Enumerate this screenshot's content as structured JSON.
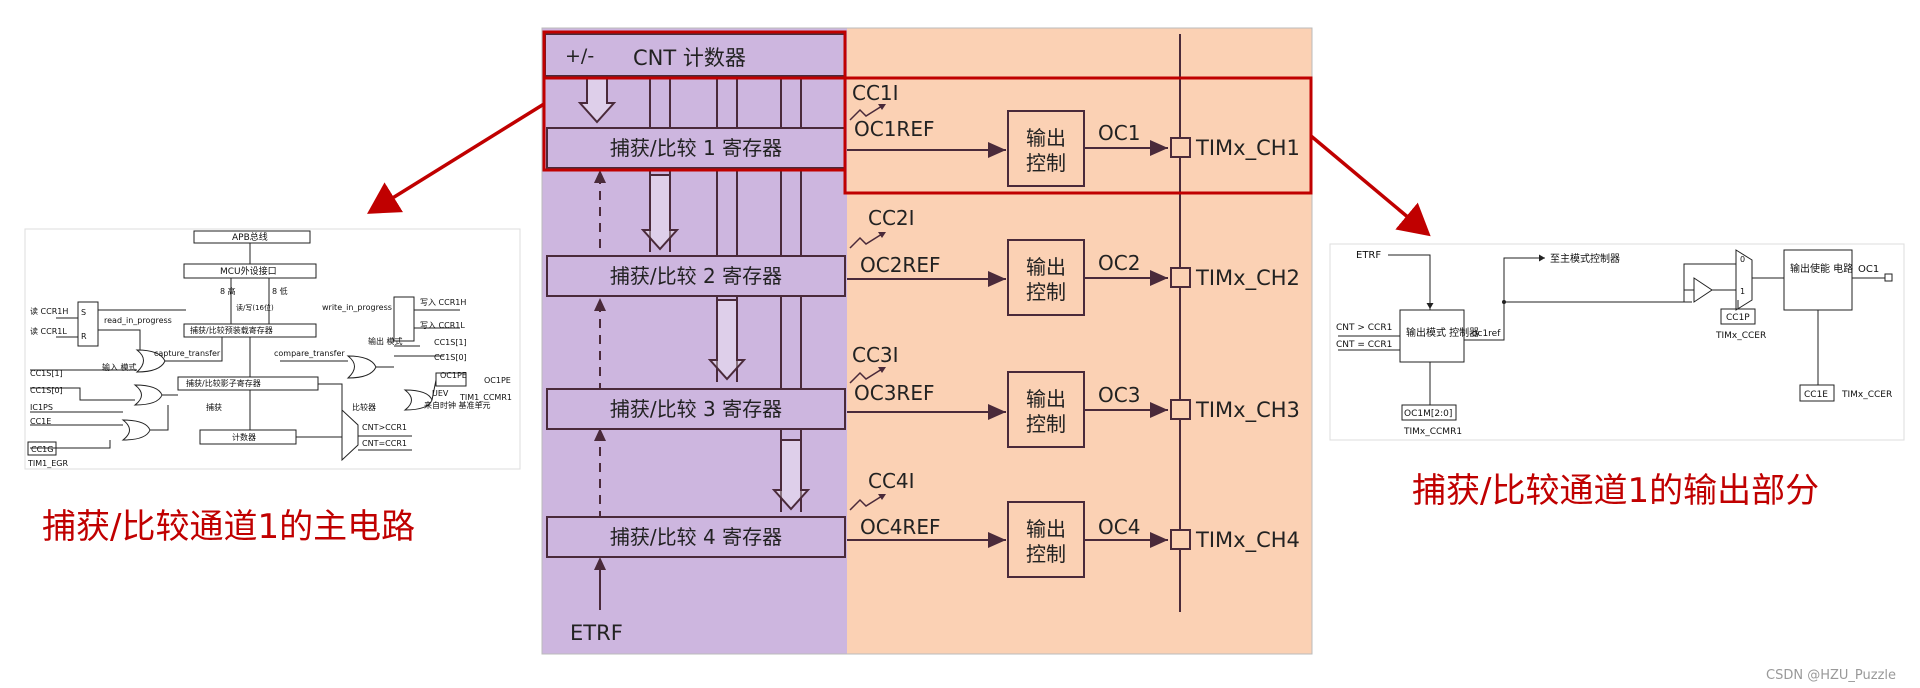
{
  "center": {
    "cnt_sign": "+/-",
    "cnt_label": "CNT 计数器",
    "channels": [
      {
        "ccreg": "捕获/比较 1 寄存器",
        "ccflag": "CC1I",
        "ref": "OC1REF",
        "ctrl_line1": "输出",
        "ctrl_line2": "控制",
        "oc": "OC1",
        "pin": "TIMx_CH1"
      },
      {
        "ccreg": "捕获/比较 2 寄存器",
        "ccflag": "CC2I",
        "ref": "OC2REF",
        "ctrl_line1": "输出",
        "ctrl_line2": "控制",
        "oc": "OC2",
        "pin": "TIMx_CH2"
      },
      {
        "ccreg": "捕获/比较 3 寄存器",
        "ccflag": "CC3I",
        "ref": "OC3REF",
        "ctrl_line1": "输出",
        "ctrl_line2": "控制",
        "oc": "OC3",
        "pin": "TIMx_CH3"
      },
      {
        "ccreg": "捕获/比较 4 寄存器",
        "ccflag": "CC4I",
        "ref": "OC4REF",
        "ctrl_line1": "输出",
        "ctrl_line2": "控制",
        "oc": "OC4",
        "pin": "TIMx_CH4"
      }
    ],
    "etrf": "ETRF"
  },
  "left": {
    "caption": "捕获/比较通道1的主电路",
    "apb": "APB总线",
    "mcu": "MCU外设接口",
    "hi": "8 高",
    "lo": "8 低",
    "readwrite": "读/写(16位)",
    "read_ccr1h": "读 CCR1H",
    "read_ccr1l": "读 CCR1L",
    "s": "S",
    "r": "R",
    "read_in_progress": "read_in_progress",
    "write_in_progress": "write_in_progress",
    "preload": "捕获/比较预装载寄存器",
    "capture_transfer": "capture_transfer",
    "compare_transfer": "compare_transfer",
    "shadow": "捕获/比较影子寄存器",
    "input_mode": "输入 模式",
    "output_mode": "输出 模式",
    "capture": "捕获",
    "counter": "计数器",
    "comparator": "比较器",
    "cc1s1": "CC1S[1]",
    "cc1s0": "CC1S[0]",
    "ic1ps": "IC1PS",
    "cc1e": "CC1E",
    "cc1g": "CC1G",
    "tim1_egr": "TIM1_EGR",
    "write_ccr1h": "写入 CCR1H",
    "write_ccr1l": "写入 CCR1L",
    "cc1s1b": "CC1S[1]",
    "cc1s0b": "CC1S[0]",
    "oc1pe": "OC1PE",
    "oc1pe_box": "OC1PE",
    "uev": "UEV",
    "from_timebase": "来自时钟 基准单元",
    "tim1_ccmr1": "TIM1_CCMR1",
    "cnt_gt": "CNT>CCR1",
    "cnt_eq": "CNT=CCR1"
  },
  "right": {
    "caption": "捕获/比较通道1的输出部分",
    "etrf": "ETRF",
    "to_master": "至主模式控制器",
    "cnt_gt": "CNT > CCR1",
    "cnt_eq": "CNT = CCR1",
    "ctrl": "输出模式 控制器",
    "oc1ref": "oc1ref",
    "oc1m": "OC1M[2:0]",
    "ccmr1": "TIMx_CCMR1",
    "mux0": "0",
    "mux1": "1",
    "cc1p": "CC1P",
    "ccer1": "TIMx_CCER",
    "enable": "输出使能 电路",
    "oc1": "OC1",
    "cc1e": "CC1E",
    "ccer2": "TIMx_CCER"
  },
  "watermark": "CSDN @HZU_Puzzle",
  "colors": {
    "purple": "#cdb6df",
    "peach": "#fbd1b4",
    "dark": "#4a2a3a",
    "red": "#c00000"
  }
}
